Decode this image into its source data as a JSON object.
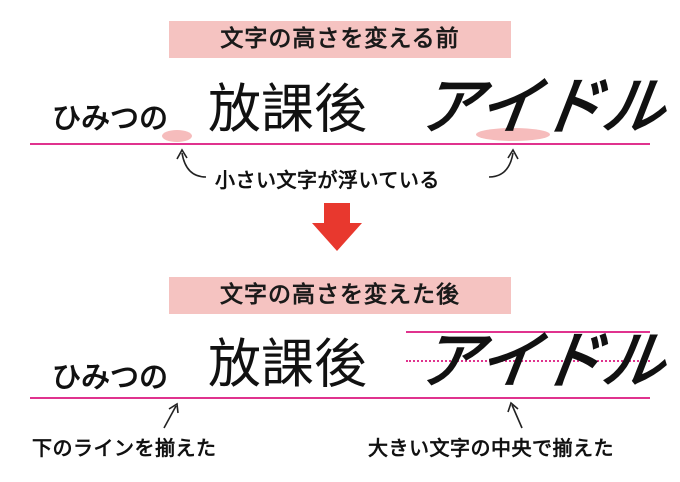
{
  "before": {
    "label": "文字の高さを変える前",
    "title_small": "ひみつの",
    "title_mid": "放課後",
    "title_large": "アイドル",
    "note": "小さい文字が浮いている"
  },
  "after": {
    "label": "文字の高さを変えた後",
    "title_small": "ひみつの",
    "title_mid": "放課後",
    "title_large": "アイドル",
    "note_left": "下のラインを揃えた",
    "note_right": "大きい文字の中央で揃えた"
  },
  "colors": {
    "label_bg": "#f5c3c1",
    "guide_line": "#e0338e",
    "down_arrow": "#e8382e",
    "highlight": "#f3a6a6"
  }
}
